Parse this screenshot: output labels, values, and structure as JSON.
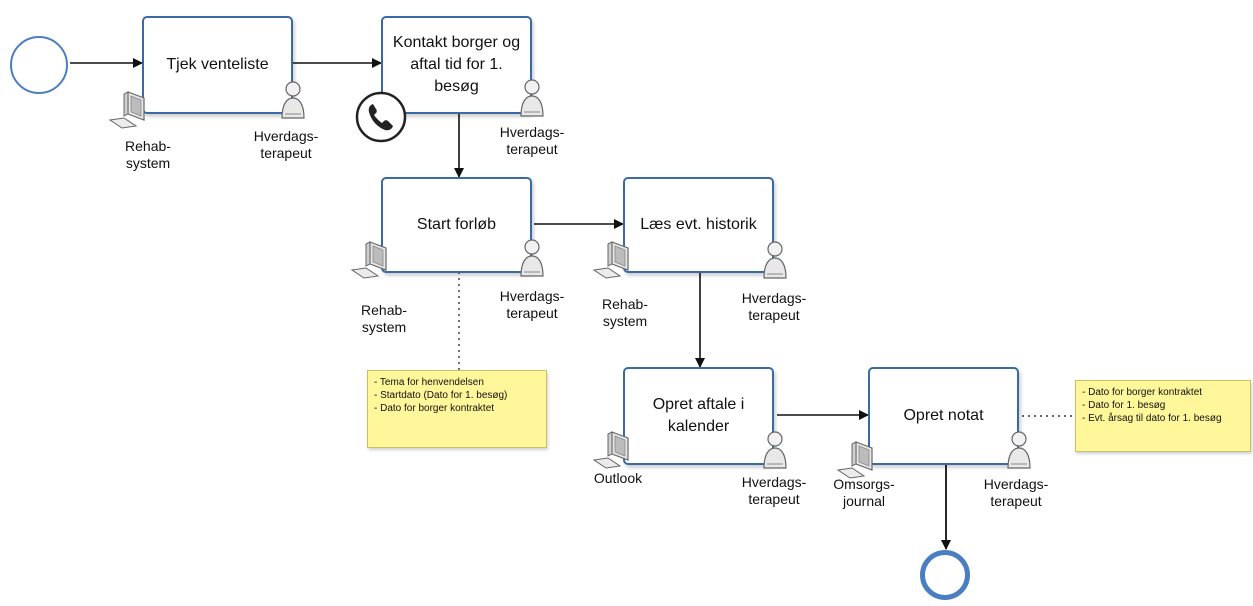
{
  "tasks": {
    "t1": "Tjek venteliste",
    "t2": "Kontakt borger og aftal tid for 1. besøg",
    "t3": "Start forløb",
    "t4": "Læs evt. historik",
    "t5": "Opret aftale i kalender",
    "t6": "Opret notat"
  },
  "labels": {
    "rehab1": [
      "Rehab-",
      "system"
    ],
    "hverdag1": [
      "Hverdags-",
      "terapeut"
    ],
    "hverdag2": [
      "Hverdags-",
      "terapeut"
    ],
    "rehab3": [
      "Rehab-",
      "system"
    ],
    "hverdag3": [
      "Hverdags-",
      "terapeut"
    ],
    "rehab4": [
      "Rehab-",
      "system"
    ],
    "hverdag4": [
      "Hverdags-",
      "terapeut"
    ],
    "outlook": "Outlook",
    "hverdag5": [
      "Hverdags-",
      "terapeut"
    ],
    "omsorg": [
      "Omsorgs-",
      "journal"
    ],
    "hverdag6": [
      "Hverdags-",
      "terapeut"
    ]
  },
  "notes": {
    "note1": [
      "- Tema for henvendelsen",
      "- Startdato (Dato for 1. besøg)",
      "- Dato for borger kontraktet"
    ],
    "note2": [
      "- Dato for borger kontraktet",
      "- Dato for 1. besøg",
      "- Evt. årsag til dato for 1. besøg"
    ]
  },
  "icons": {
    "system": "computer-icon",
    "person": "user-icon",
    "phone": "phone-icon"
  },
  "colors": {
    "border": "#3a6aa3",
    "note": "#fff79a",
    "event": "#4a7ec2"
  }
}
